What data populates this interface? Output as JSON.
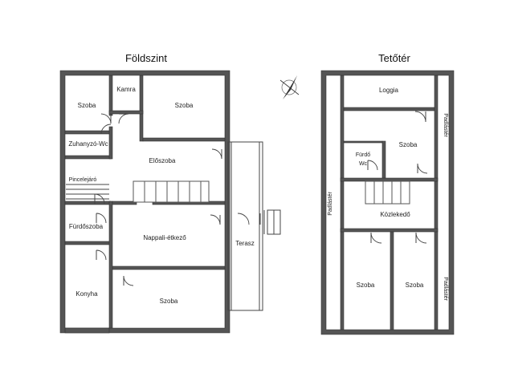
{
  "floors": {
    "ground": {
      "title": "Földszint",
      "rooms": {
        "szoba_nw": "Szoba",
        "kamra": "Kamra",
        "szoba_ne": "Szoba",
        "zuhanyzo": "Zuhanyzó-Wc",
        "eloszoba": "Előszoba",
        "pincelejaro": "Pincelejáró",
        "furdoszoba": "Fürdőszoba",
        "nappali": "Nappali-étkező",
        "terasz": "Terasz",
        "konyha": "Konyha",
        "szoba_s": "Szoba"
      }
    },
    "attic": {
      "title": "Tetőtér",
      "rooms": {
        "loggia": "Loggia",
        "padlaster_ne": "Padlástér",
        "szoba_n": "Szoba",
        "furdo": "Fürdő",
        "wc": "Wc",
        "padlaster_w": "Padlástér",
        "kozlekedo": "Közlekedő",
        "szoba_sw": "Szoba",
        "szoba_se": "Szoba",
        "padlaster_se": "Padlástér"
      }
    }
  },
  "compass": {
    "icon": "north-arrow-icon"
  }
}
